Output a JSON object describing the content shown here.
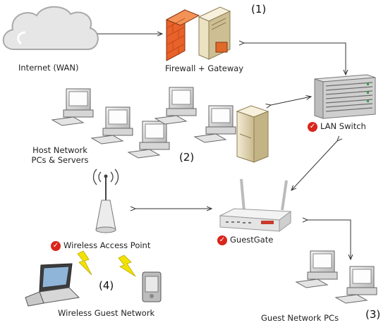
{
  "nodes": {
    "internet": "Internet (WAN)",
    "firewall": "Firewall + Gateway",
    "lan_switch": "LAN Switch",
    "host_network_line1": "Host Network",
    "host_network_line2": "PCs & Servers",
    "guestgate": "GuestGate",
    "wireless_ap": "Wireless Access Point",
    "wireless_guest": "Wireless Guest Network",
    "guest_pcs": "Guest Network PCs"
  },
  "numbers": {
    "n1": "(1)",
    "n2": "(2)",
    "n3": "(3)",
    "n4": "(4)"
  },
  "colors": {
    "check": "#d9261c",
    "arrow": "#333333",
    "lightning": "#f2e200"
  }
}
